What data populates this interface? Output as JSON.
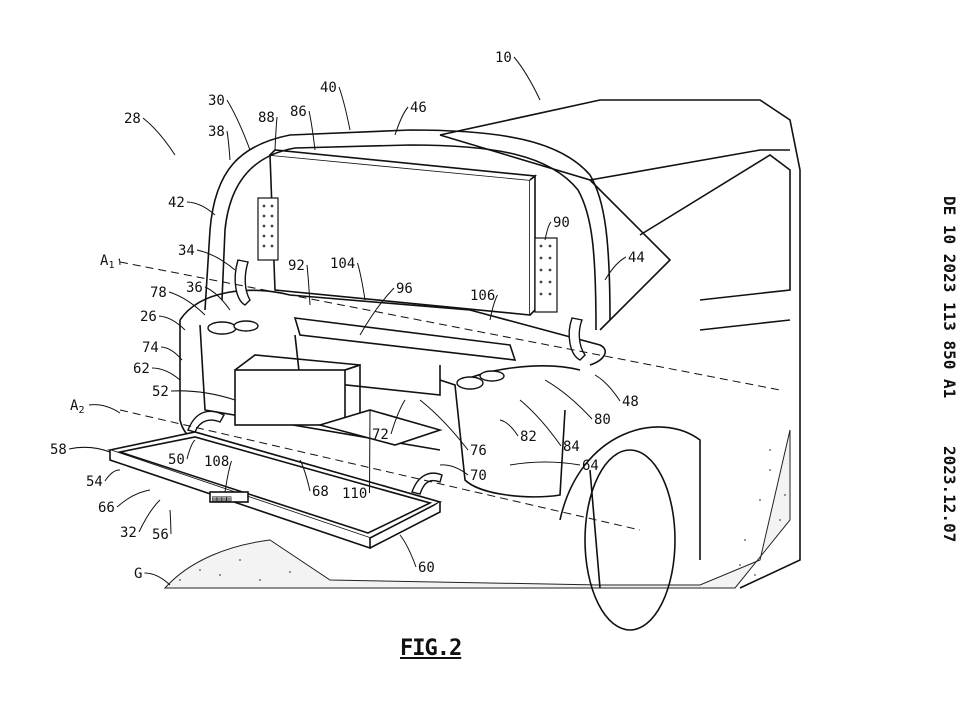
{
  "side_header": {
    "publication_number": "DE 10 2023 113 850 A1",
    "publication_date": "2023.12.07"
  },
  "figure_caption": "FIG.2",
  "reference_labels": [
    "10",
    "40",
    "46",
    "30",
    "88",
    "86",
    "38",
    "28",
    "42",
    "90",
    "34",
    "44",
    "A1",
    "92",
    "104",
    "96",
    "106",
    "78",
    "36",
    "26",
    "74",
    "62",
    "52",
    "A2",
    "48",
    "80",
    "82",
    "72",
    "84",
    "58",
    "50",
    "108",
    "76",
    "64",
    "54",
    "68",
    "110",
    "70",
    "66",
    "32",
    "56",
    "60",
    "G"
  ],
  "panel_text": "▤▤▤▤"
}
